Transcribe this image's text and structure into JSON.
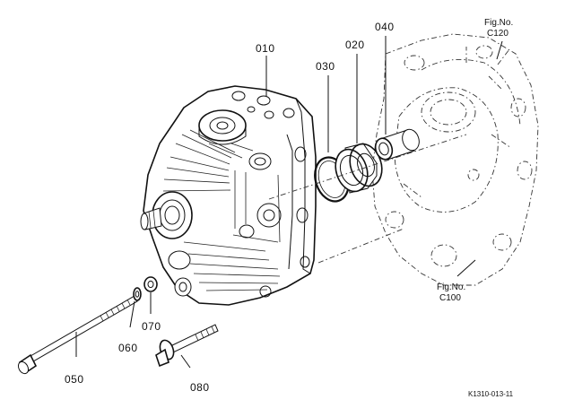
{
  "figure": {
    "drawing_code": "K1310-013-11",
    "parts": {
      "p010": "010",
      "p020": "020",
      "p030": "030",
      "p040": "040",
      "p050": "050",
      "p060": "060",
      "p070": "070",
      "p080": "080"
    },
    "refs": {
      "c120_prefix": "Fig.No.",
      "c120_code": "C120",
      "c100_prefix": "Fig.No.",
      "c100_code": "C100"
    }
  }
}
